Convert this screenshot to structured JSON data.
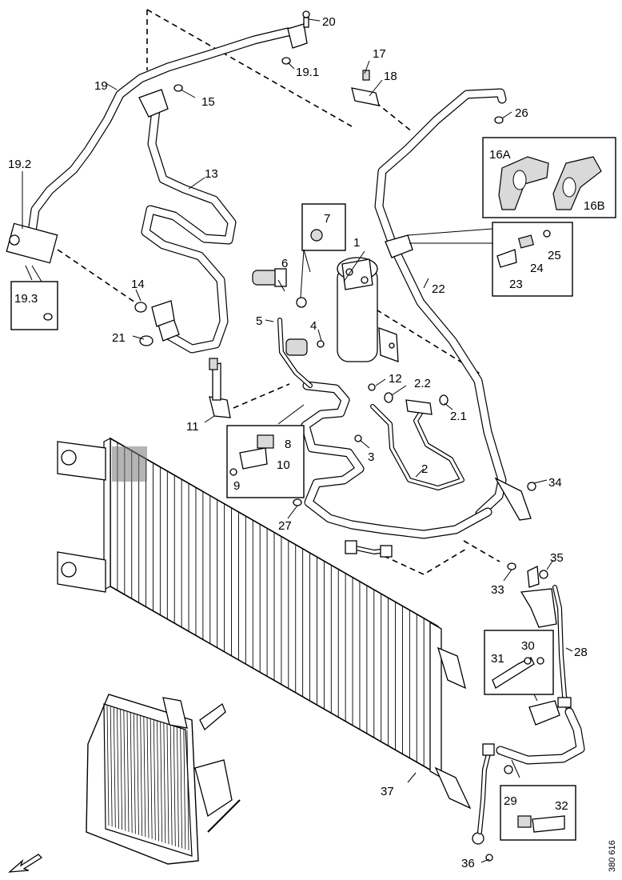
{
  "labels": {
    "l1": "1",
    "l2": "2",
    "l2_1": "2.1",
    "l2_2": "2.2",
    "l3": "3",
    "l4": "4",
    "l5": "5",
    "l6": "6",
    "l7": "7",
    "l8": "8",
    "l9": "9",
    "l10": "10",
    "l11": "11",
    "l12": "12",
    "l13": "13",
    "l14": "14",
    "l15": "15",
    "l16a": "16A",
    "l16b": "16B",
    "l17": "17",
    "l18": "18",
    "l19": "19",
    "l19_1": "19.1",
    "l19_2": "19.2",
    "l19_3": "19.3",
    "l20": "20",
    "l21": "21",
    "l22": "22",
    "l23": "23",
    "l24": "24",
    "l25": "25",
    "l26": "26",
    "l27": "27",
    "l28": "28",
    "l29": "29",
    "l30": "30",
    "l31": "31",
    "l32": "32",
    "l33": "33",
    "l34": "34",
    "l35": "35",
    "l36": "36",
    "l37": "37"
  },
  "reference": "380 616",
  "icons": {
    "front_arrow": "direction-arrow-icon"
  }
}
